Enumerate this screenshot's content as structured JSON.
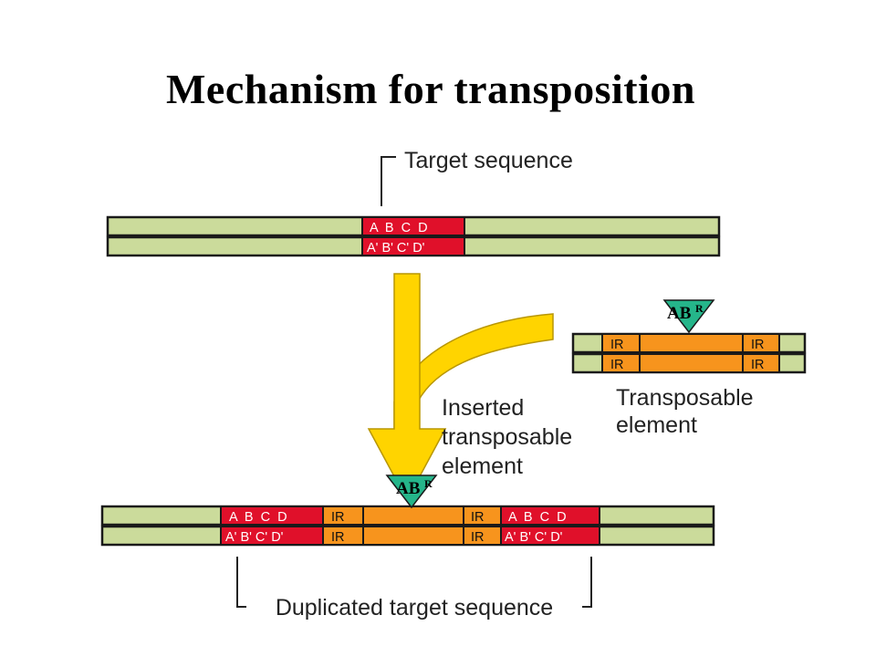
{
  "title": "Mechanism for transposition",
  "colors": {
    "dna": "#cbdb9b",
    "outline": "#1a1a1a",
    "target": "#e0102a",
    "element": "#f7941d",
    "arrow": "#ffd400",
    "arrow_edge": "#b89600",
    "marker": "#25b58a"
  },
  "top_dna": {
    "label": "Target sequence",
    "strand1": "A  B  C  D",
    "strand2": "A' B' C' D'"
  },
  "transposon": {
    "label_line1": "Transposable",
    "label_line2": "element",
    "ir_top_left": "IR",
    "ir_top_right": "IR",
    "ir_bottom_left": "IR",
    "ir_bottom_right": "IR",
    "marker_text": "AB",
    "marker_sup": "R"
  },
  "inserted_label": {
    "line1": "Inserted",
    "line2": "transposable",
    "line3": "element"
  },
  "bottom_dna": {
    "label": "Duplicated target sequence",
    "left_strand1": "A  B  C  D",
    "left_strand2": "A' B' C' D'",
    "right_strand1": "A  B  C  D",
    "right_strand2": "A' B' C' D'",
    "ir_top_left": "IR",
    "ir_top_right": "IR",
    "ir_bottom_left": "IR",
    "ir_bottom_right": "IR",
    "marker_text": "AB",
    "marker_sup": "R"
  }
}
